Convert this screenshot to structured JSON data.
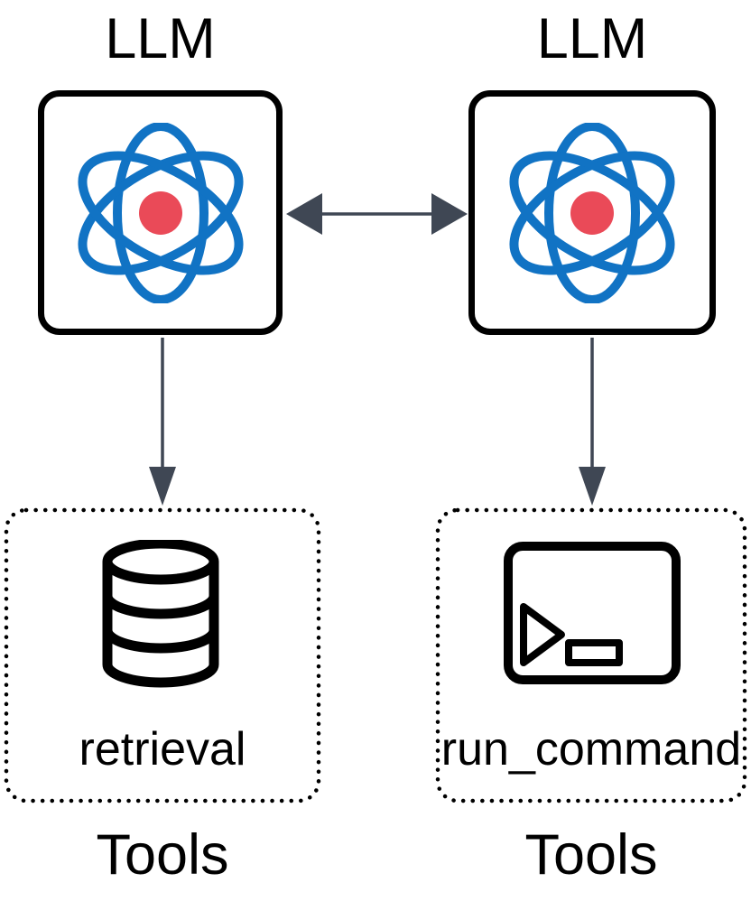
{
  "diagram": {
    "agents": [
      {
        "label": "LLM",
        "icon": "atom-icon"
      },
      {
        "label": "LLM",
        "icon": "atom-icon"
      }
    ],
    "connections": [
      {
        "type": "bidirectional",
        "from": "agent-left",
        "to": "agent-right"
      },
      {
        "type": "down",
        "from": "agent-left",
        "to": "tools-left"
      },
      {
        "type": "down",
        "from": "agent-right",
        "to": "tools-right"
      }
    ],
    "tool_groups": [
      {
        "group_label": "Tools",
        "tool_name": "retrieval",
        "icon": "database-icon"
      },
      {
        "group_label": "Tools",
        "tool_name": "run_command",
        "icon": "terminal-icon"
      }
    ]
  },
  "colors": {
    "atom_blue": "#1173C4",
    "nucleus_red": "#EA4A58",
    "arrow_gray": "#3F4754",
    "line_black": "#000000"
  }
}
